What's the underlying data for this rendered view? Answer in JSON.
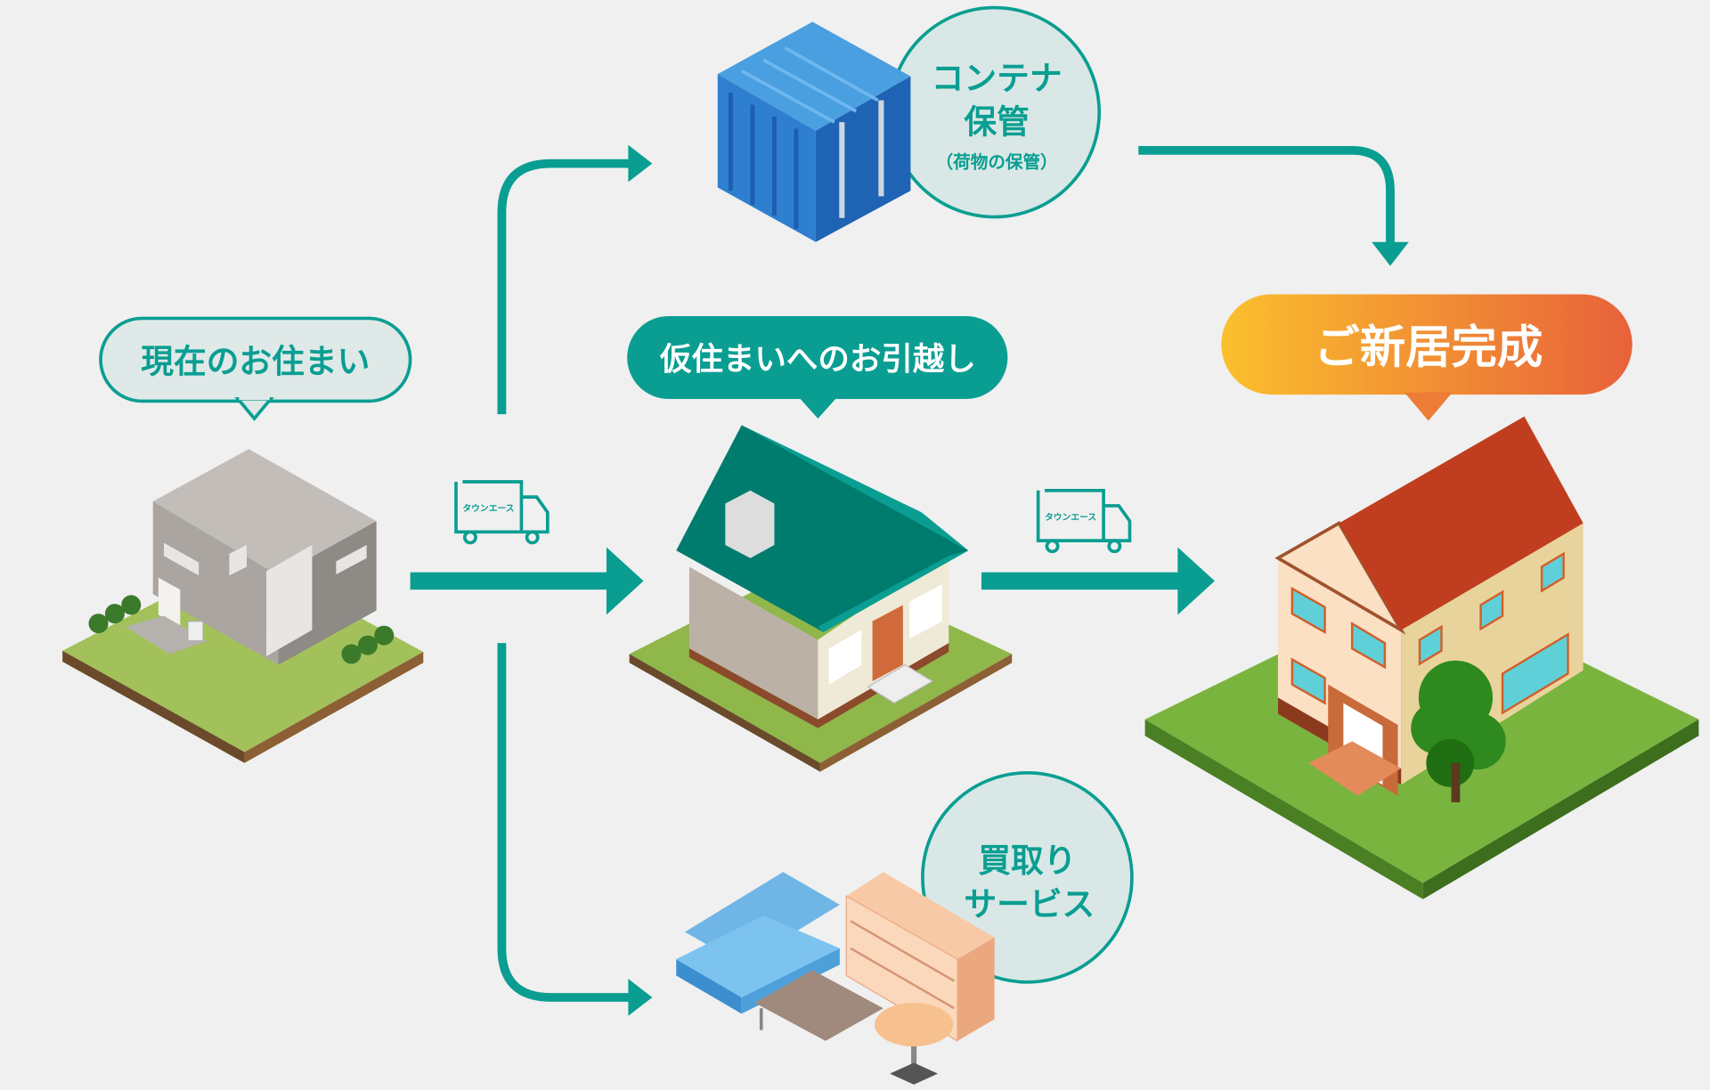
{
  "labels": {
    "current_home": "現在のお住まい",
    "temporary_move": "仮住まいへのお引越し",
    "new_home": "ご新居完成",
    "container_line1": "コンテナ",
    "container_line2": "保管",
    "container_note": "（荷物の保管）",
    "buyback_line1": "買取り",
    "buyback_line2": "サービス",
    "truck_brand_1": "タウンエース",
    "truck_brand_2": "タウンエース"
  },
  "colors": {
    "teal": "#0a9e92",
    "bubble_fill": "#d9e8e6",
    "gradient_start": "#fbc02d",
    "gradient_end": "#e8613a",
    "background": "#f0f0f0"
  }
}
